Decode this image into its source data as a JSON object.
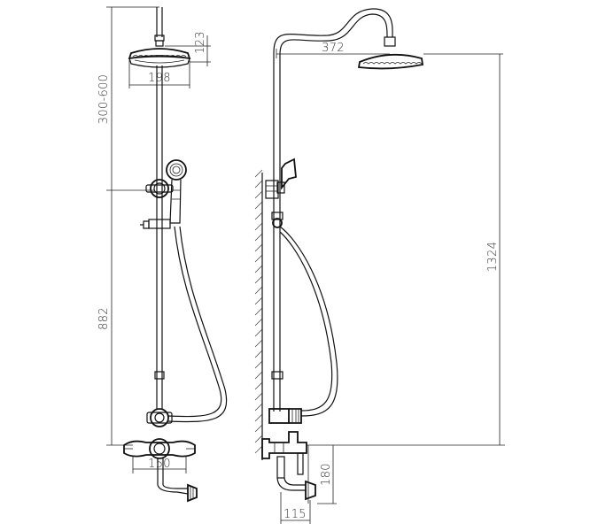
{
  "dimensions": {
    "head_height": "123",
    "head_diameter": "198",
    "slide_range": "300-600",
    "bar_height": "882",
    "spacing": "150",
    "arm_reach": "372",
    "total_height": "1324",
    "spout_height": "180",
    "spout_projection": "115"
  },
  "colors": {
    "line": "#111111",
    "text": "#333333",
    "background": "#ffffff"
  }
}
